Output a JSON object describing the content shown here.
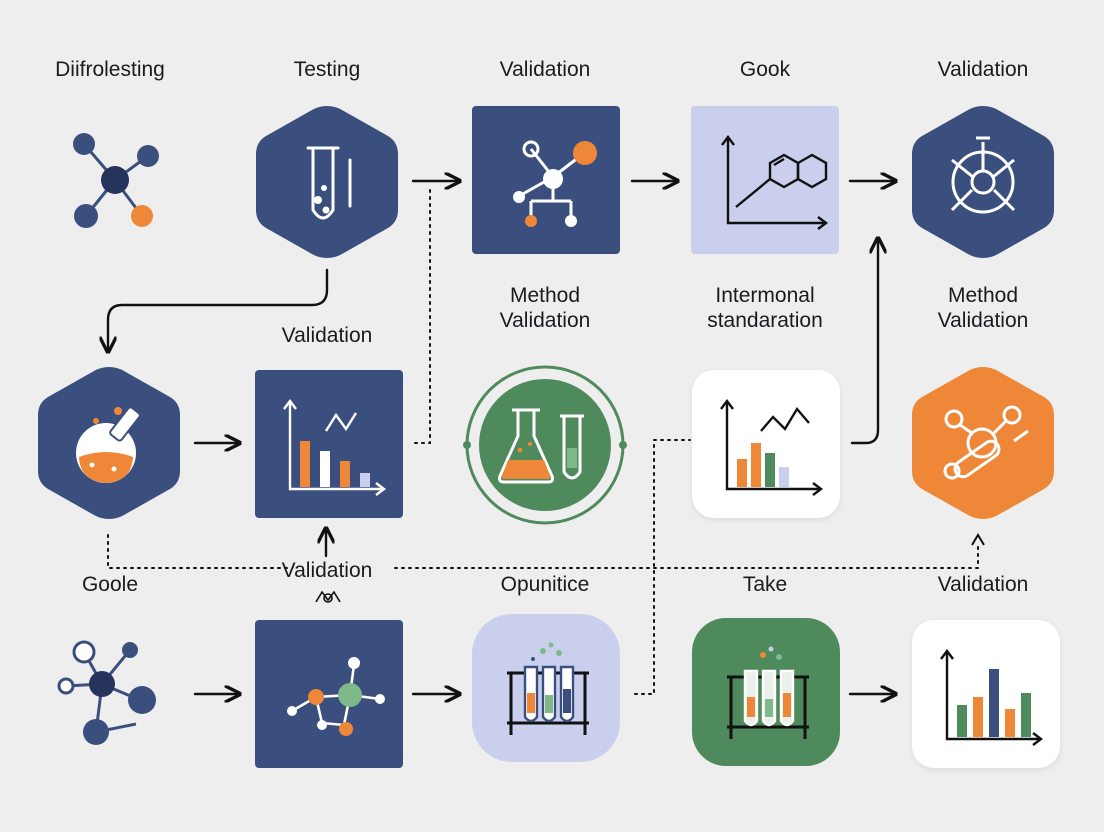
{
  "labels": {
    "r1c1": "Diifrolesting",
    "r1c2": "Testing",
    "r1c3": "Validation",
    "r1c4": "Gook",
    "r1c5": "Validation",
    "r2c2": "Validation",
    "r2c3": "Method\nValidation",
    "r2c4": "Intermonal\nstandaration",
    "r2c5": "Method\nValidation",
    "r3c1": "Goole",
    "r3c2": "Validation",
    "r3c3": "Opunitice",
    "r3c4": "Take",
    "r3c5": "Validation"
  },
  "icons": {
    "r1c1": "molecule-network-icon",
    "r1c2": "test-tube-icon",
    "r1c3": "molecule-tree-icon",
    "r1c4": "benzene-chart-icon",
    "r1c5": "target-reticle-icon",
    "r2c1": "flask-icon",
    "r2c2": "bar-chart-icon",
    "r2c3": "flask-and-tube-icon",
    "r2c4": "bar-line-chart-icon",
    "r2c5": "molecule-orange-icon",
    "r3c1": "network-icon",
    "r3c2": "molecule-model-icon",
    "r3c3": "test-tube-rack-icon",
    "r3c4": "test-tube-rack-green-icon",
    "r3c5": "bar-chart-white-icon"
  },
  "colors": {
    "navy": "#3b4f7f",
    "orange": "#ef8738",
    "green": "#4f8a5d",
    "lavender": "#c9cfec",
    "background": "#eeeeef"
  }
}
